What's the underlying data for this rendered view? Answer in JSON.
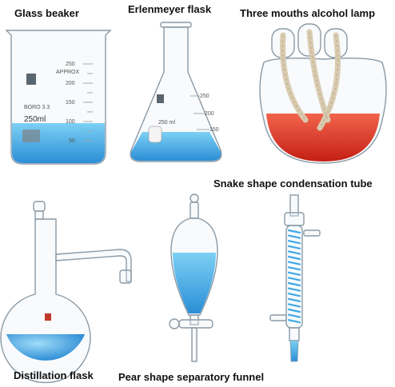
{
  "labels": {
    "glass_beaker": "Glass beaker",
    "erlenmeyer_flask": "Erlenmeyer flask",
    "alcohol_lamp": "Three mouths alcohol lamp",
    "condensation_tube": "Snake shape condensation tube",
    "distillation_flask": "Distillation flask",
    "separatory_funnel": "Pear shape separatory funnel"
  },
  "beaker_marks": {
    "approx": "APPROX",
    "m250": "250",
    "m200": "200",
    "m150": "150",
    "m100": "100",
    "m50": "50",
    "volume": "250ml",
    "brand": "BORO 3.3"
  },
  "flask_marks": {
    "m250": "250",
    "m200": "200",
    "m150": "150",
    "volume": "250 ml"
  },
  "colors": {
    "blue_liquid": "#3fa9e6",
    "red_liquid": "#e0301f",
    "glass_edge": "#8a9aa6",
    "wick": "#d9cbb0"
  }
}
